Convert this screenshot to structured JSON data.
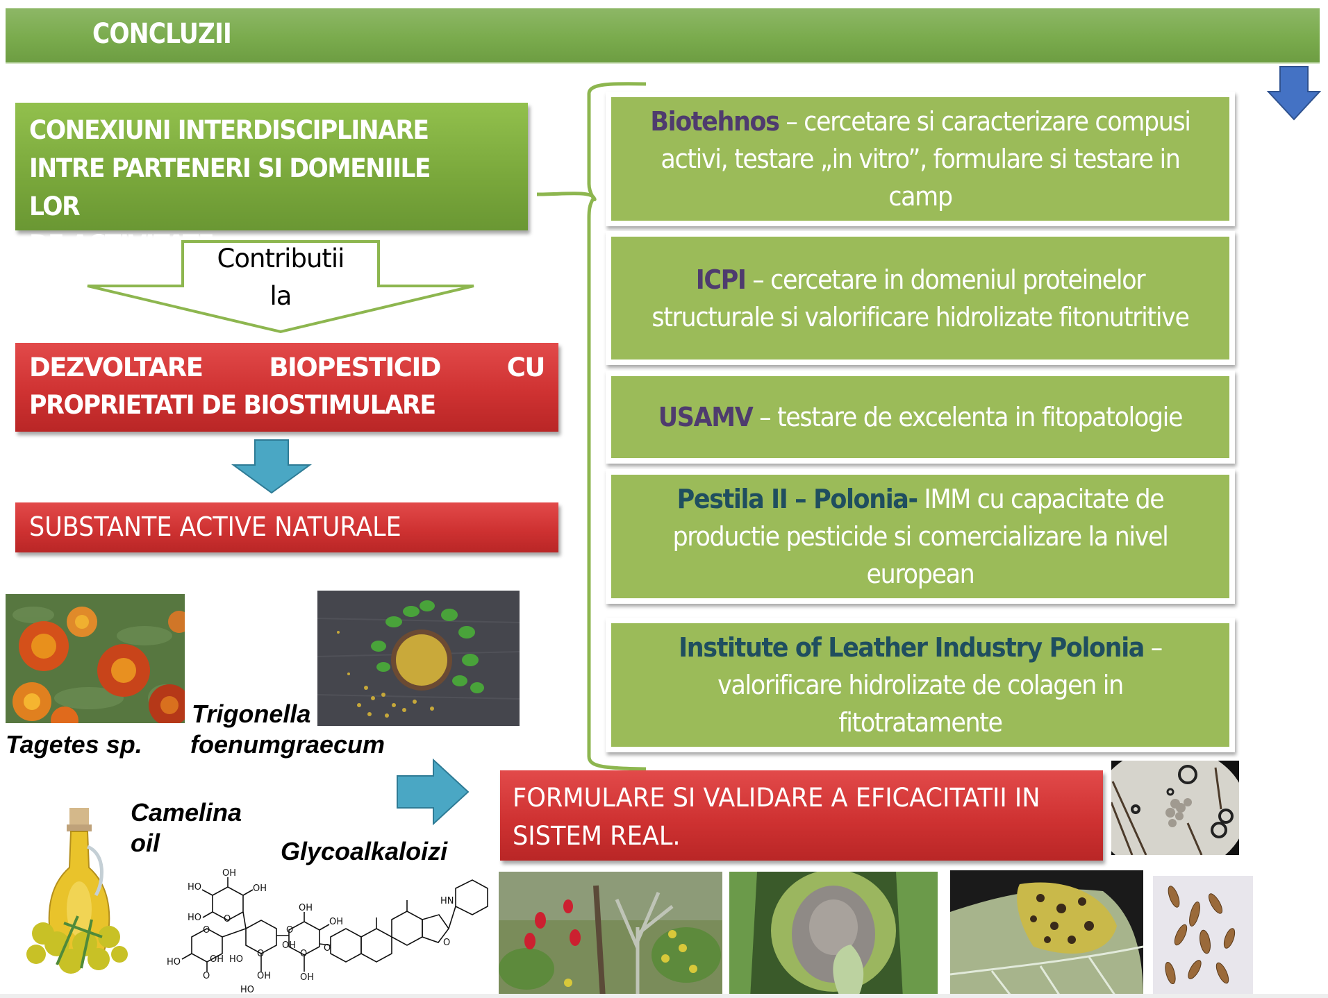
{
  "title": "CONCLUZII",
  "main_box": {
    "text": "CONEXIUNI  INTERDISCIPLINARE\nINTRE PARTENERI SI DOMENIILE LOR\nDE ACTIVITATE"
  },
  "contrib_arrow": {
    "line1": "Contributii",
    "line2": "la"
  },
  "biopesticide_box": {
    "word1": "DEZVOLTARE",
    "word2": "BIOPESTICID",
    "word3": "CU",
    "line2": "PROPRIETATI DE BIOSTIMULARE"
  },
  "substances_box": {
    "text": "SUBSTANTE  ACTIVE  NATURALE"
  },
  "validation_box": {
    "text": "FORMULARE SI VALIDARE A EFICACITATII  IN\nSISTEM REAL."
  },
  "partners": [
    {
      "name": "Biotehnos",
      "separator": " – ",
      "description": "cercetare si caracterizare compusi activi, testare „in vitro”, formulare si testare in camp",
      "name_color": "#4e3b6e"
    },
    {
      "name": "ICPI",
      "separator": " – ",
      "description": "cercetare in domeniul proteinelor structurale si valorificare hidrolizate fitonutritive",
      "name_color": "#4e3b6e"
    },
    {
      "name": "USAMV",
      "separator": " – ",
      "description": "testare de excelenta in fitopatologie",
      "name_color": "#4e3b6e"
    },
    {
      "name": "Pestila II – Polonia-",
      "separator": " ",
      "description": "IMM cu capacitate de productie pesticide si comercializare la nivel european",
      "name_color": "#1f4e5f"
    },
    {
      "name": "Institute of Leather Industry Polonia",
      "separator": " – ",
      "description": "valorificare hidrolizate de colagen in fitotratamente",
      "name_color": "#1f4e5f"
    }
  ],
  "species": {
    "tagetes": "Tagetes sp.",
    "trigonella_1": "Trigonella",
    "trigonella_2": "foenumgraecum",
    "camelina_1": "Camelina",
    "camelina_2": "oil",
    "glyco": "Glycoalkaloizi"
  },
  "chem_labels": [
    "OH",
    "HO",
    "OH",
    "HO",
    "O",
    "O",
    "O",
    "O",
    "OH",
    "OH",
    "HO",
    "OH",
    "HO",
    "O",
    "OH",
    "OH",
    "HO",
    "O",
    "O",
    "HN",
    "O",
    "OH"
  ],
  "images": [
    {
      "id": "tagetes-photo",
      "subject": "marigold flowers"
    },
    {
      "id": "trigonella-photo",
      "subject": "fenugreek seeds and leaves"
    },
    {
      "id": "camelina-photo",
      "subject": "oil bottle with flowers"
    },
    {
      "id": "microscope-photo",
      "subject": "fungal spores under microscope"
    },
    {
      "id": "apple-blossom-photo",
      "subject": "blighted apple shoots"
    },
    {
      "id": "fruit-rot-photo",
      "subject": "rotting fruit"
    },
    {
      "id": "leaf-spot-photo",
      "subject": "leaf spot disease on cabbage"
    },
    {
      "id": "conidia-photo",
      "subject": "conidia micrograph"
    }
  ],
  "colors": {
    "title_green": "#7aab4d",
    "partner_green": "#9bbb59",
    "red": "#cf3232",
    "teal_arrow": "#4aa7c4",
    "blue_arrow": "#4472c4"
  }
}
